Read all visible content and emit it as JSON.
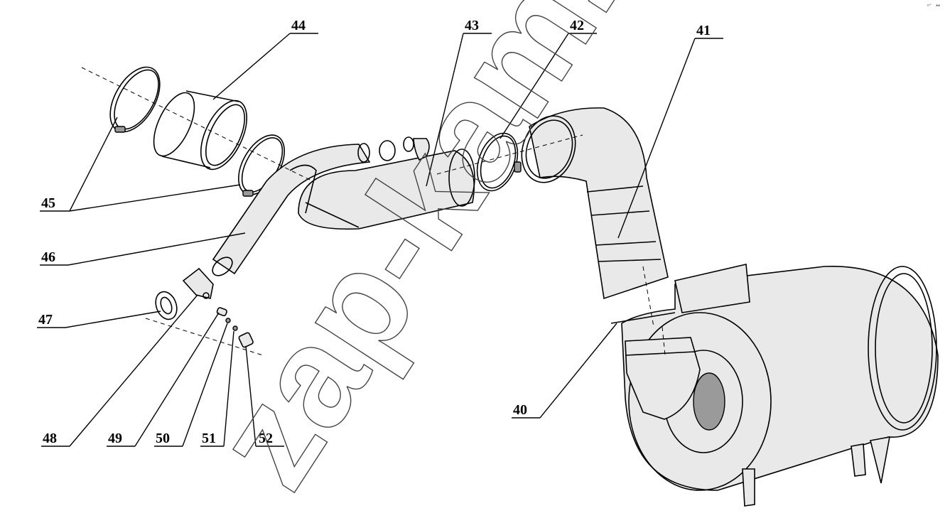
{
  "diagram": {
    "callouts": [
      {
        "id": "40",
        "label": "40"
      },
      {
        "id": "41",
        "label": "41"
      },
      {
        "id": "42",
        "label": "42"
      },
      {
        "id": "43",
        "label": "43"
      },
      {
        "id": "44",
        "label": "44"
      },
      {
        "id": "45",
        "label": "45"
      },
      {
        "id": "46",
        "label": "46"
      },
      {
        "id": "47",
        "label": "47"
      },
      {
        "id": "48",
        "label": "48"
      },
      {
        "id": "49",
        "label": "49"
      },
      {
        "id": "50",
        "label": "50"
      },
      {
        "id": "51",
        "label": "51"
      },
      {
        "id": "52",
        "label": "52"
      }
    ],
    "watermark": "zap-kam.ru",
    "corner_tag": "n°  ▪▪"
  }
}
